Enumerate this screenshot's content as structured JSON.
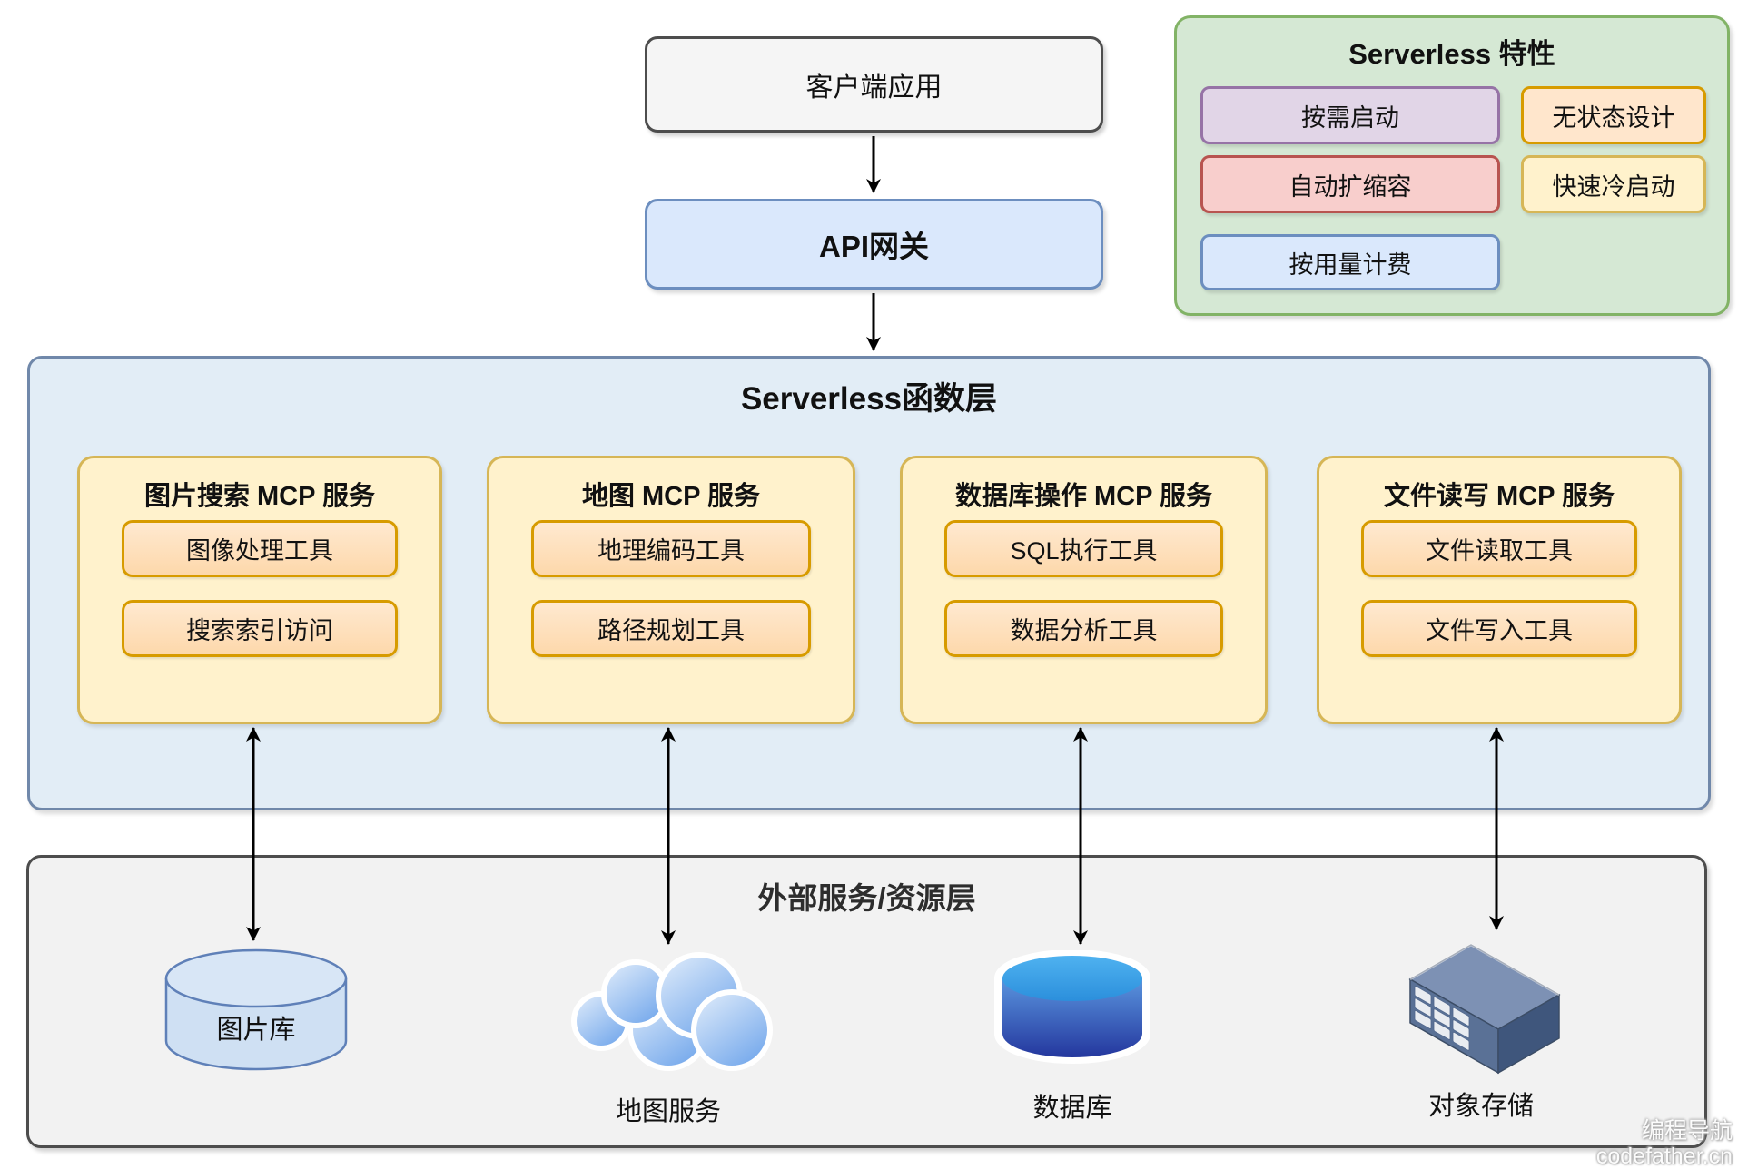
{
  "client_box": {
    "label": "客户端应用"
  },
  "api_gateway": {
    "label": "API网关"
  },
  "features_panel": {
    "title": "Serverless 特性",
    "items": [
      {
        "label": "按需启动",
        "fill": "#e1d5e7",
        "stroke": "#9673a6"
      },
      {
        "label": "无状态设计",
        "fill": "#ffe6cc",
        "stroke": "#d79b00"
      },
      {
        "label": "自动扩缩容",
        "fill": "#f8cecc",
        "stroke": "#b85450"
      },
      {
        "label": "快速冷启动",
        "fill": "#fff2cc",
        "stroke": "#d6b656"
      },
      {
        "label": "按用量计费",
        "fill": "#dae8fc",
        "stroke": "#6c8ebf"
      }
    ]
  },
  "function_layer": {
    "title": "Serverless函数层",
    "services": [
      {
        "title": "图片搜索 MCP 服务",
        "tools": [
          "图像处理工具",
          "搜索索引访问"
        ]
      },
      {
        "title": "地图 MCP 服务",
        "tools": [
          "地理编码工具",
          "路径规划工具"
        ]
      },
      {
        "title": "数据库操作 MCP 服务",
        "tools": [
          "SQL执行工具",
          "数据分析工具"
        ]
      },
      {
        "title": "文件读写 MCP 服务",
        "tools": [
          "文件读取工具",
          "文件写入工具"
        ]
      }
    ]
  },
  "external_layer": {
    "title": "外部服务/资源层",
    "resources": [
      {
        "label": "图片库",
        "icon": "cylinder-light-blue-icon"
      },
      {
        "label": "地图服务",
        "icon": "cloud-icon"
      },
      {
        "label": "数据库",
        "icon": "cylinder-blue-gradient-icon"
      },
      {
        "label": "对象存储",
        "icon": "storage-server-box-icon"
      }
    ]
  },
  "watermark": {
    "line1": "编程导航",
    "line2": "codefather.cn"
  },
  "colors": {
    "client_fill": "#f5f5f5",
    "client_stroke": "#4d4d4d",
    "gateway_fill": "#dae8fc",
    "gateway_stroke": "#6c8ebf",
    "features_fill": "#d5e8d4",
    "features_stroke": "#82b366",
    "function_layer_fill": "#e2edf6",
    "function_layer_stroke": "#7088aa",
    "service_fill": "#fff2cc",
    "service_stroke": "#d6b656",
    "tool_fill": "#fedcb0",
    "tool_stroke": "#d79b00",
    "external_fill": "#f2f2f2",
    "external_stroke": "#4d4d4d",
    "arrow": "#000000"
  }
}
